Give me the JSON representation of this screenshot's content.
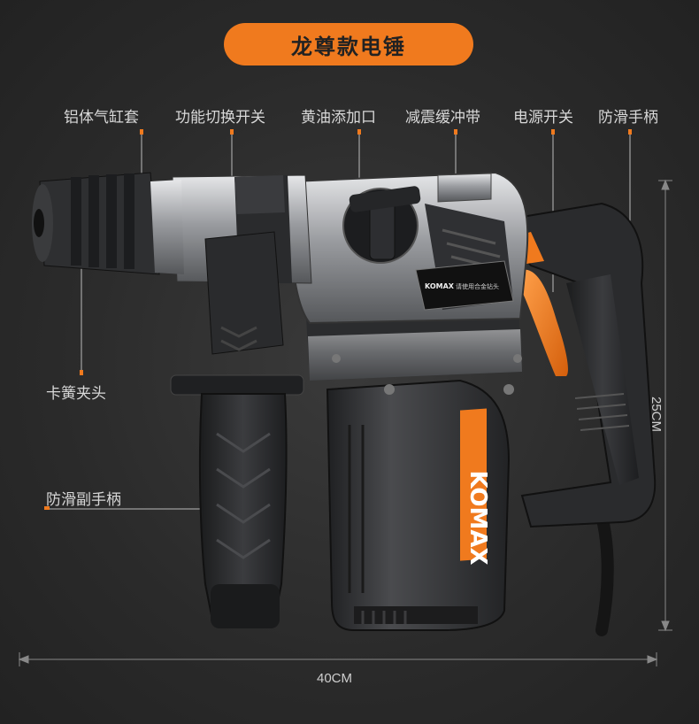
{
  "title": "龙尊款电锤",
  "labels": {
    "cylinder": "铝体气缸套",
    "switch_mode": "功能切换开关",
    "oil": "黄油添加口",
    "damper": "减震缓冲带",
    "power": "电源开关",
    "grip": "防滑手柄",
    "chuck": "卡簧夹头",
    "aux_grip": "防滑副手柄"
  },
  "dimensions": {
    "height": "25CM",
    "width": "40CM"
  },
  "brand": {
    "logo": "KOMAX",
    "plate_text": "请使用合金钻头"
  },
  "colors": {
    "accent": "#f07a1e",
    "body": "#2f3032",
    "metal": "#a9abae"
  }
}
